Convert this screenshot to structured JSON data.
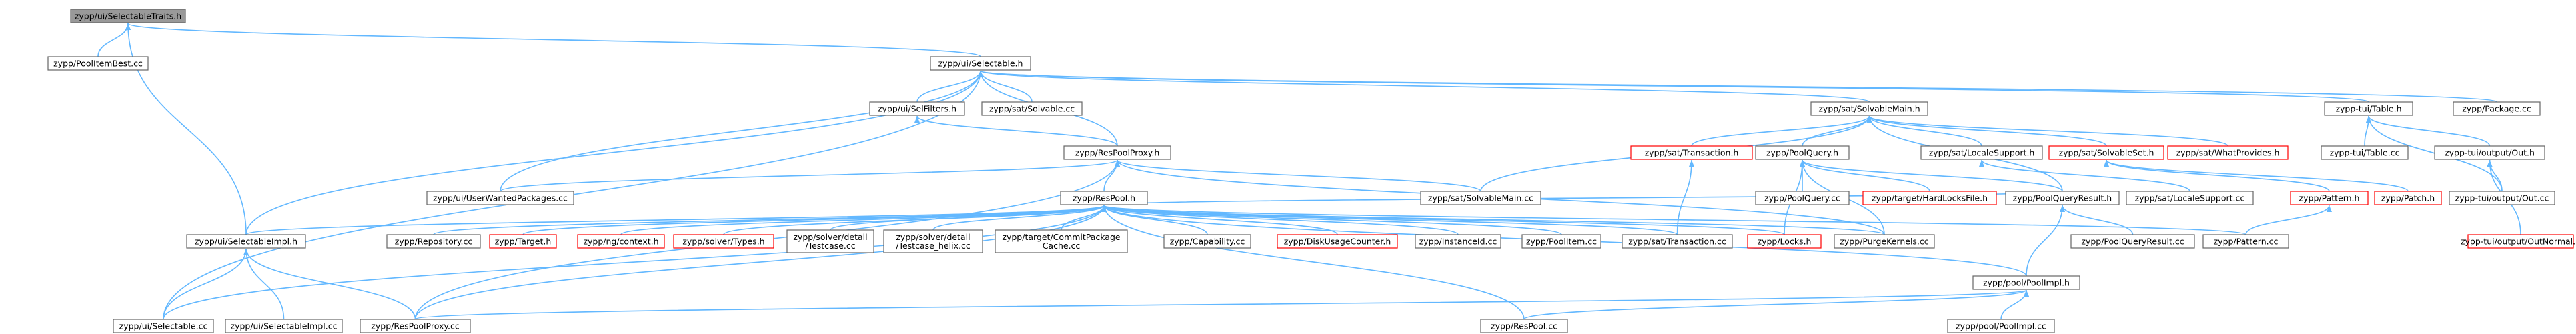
{
  "colors": {
    "edge": "#63b8ff",
    "node_border": "#666666",
    "node_border_missing": "#ff0000",
    "node_fill": "#ffffff",
    "root_fill": "#999999",
    "root_border": "#666666"
  },
  "nodes": [
    {
      "id": "n_seltraits",
      "label": "zypp/ui/SelectableTraits.h",
      "root": true
    },
    {
      "id": "n_poolitembest",
      "label": "zypp/PoolItemBest.cc"
    },
    {
      "id": "n_selectable_h",
      "label": "zypp/ui/Selectable.h"
    },
    {
      "id": "n_selfilters",
      "label": "zypp/ui/SelFilters.h"
    },
    {
      "id": "n_solvable_cc",
      "label": "zypp/sat/Solvable.cc"
    },
    {
      "id": "n_solvermain",
      "label": "zypp/sat/SolvableMain.h"
    },
    {
      "id": "n_table_h",
      "label": "zypp-tui/Table.h"
    },
    {
      "id": "n_package_cc",
      "label": "zypp/Package.cc"
    },
    {
      "id": "n_respoolproxy_h",
      "label": "zypp/ResPoolProxy.h"
    },
    {
      "id": "n_transaction_h",
      "label": "zypp/sat/Transaction.h",
      "missing": true
    },
    {
      "id": "n_poolquery_h",
      "label": "zypp/PoolQuery.h"
    },
    {
      "id": "n_localesupport_h",
      "label": "zypp/sat/LocaleSupport.h"
    },
    {
      "id": "n_solvableset",
      "label": "zypp/sat/SolvableSet.h",
      "missing": true
    },
    {
      "id": "n_whatprovides",
      "label": "zypp/sat/WhatProvides.h",
      "missing": true
    },
    {
      "id": "n_table_cc",
      "label": "zypp-tui/Table.cc"
    },
    {
      "id": "n_out_h",
      "label": "zypp-tui/output/Out.h"
    },
    {
      "id": "n_userwanted",
      "label": "zypp/ui/UserWantedPackages.cc"
    },
    {
      "id": "n_respool_h",
      "label": "zypp/ResPool.h"
    },
    {
      "id": "n_solvermain_cc",
      "label": "zypp/sat/SolvableMain.cc"
    },
    {
      "id": "n_poolquery_cc",
      "label": "zypp/PoolQuery.cc"
    },
    {
      "id": "n_hardlocks",
      "label": "zypp/target/HardLocksFile.h",
      "missing": true
    },
    {
      "id": "n_poolqueryresult",
      "label": "zypp/PoolQueryResult.h"
    },
    {
      "id": "n_localesupport_cc",
      "label": "zypp/sat/LocaleSupport.cc"
    },
    {
      "id": "n_pattern_h",
      "label": "zypp/Pattern.h",
      "missing": true
    },
    {
      "id": "n_patch_h",
      "label": "zypp/Patch.h",
      "missing": true
    },
    {
      "id": "n_out_cc",
      "label": "zypp-tui/output/Out.cc"
    },
    {
      "id": "n_outnormal",
      "label": "zypp-tui/output/OutNormal.h",
      "missing": true
    },
    {
      "id": "n_selimpl_h",
      "label": "zypp/ui/SelectableImpl.h"
    },
    {
      "id": "n_repository_cc",
      "label": "zypp/Repository.cc"
    },
    {
      "id": "n_target_h",
      "label": "zypp/Target.h",
      "missing": true
    },
    {
      "id": "n_context_h",
      "label": "zypp/ng/context.h",
      "missing": true
    },
    {
      "id": "n_types_h",
      "label": "zypp/solver/Types.h",
      "missing": true
    },
    {
      "id": "n_testcase",
      "label": "zypp/solver/detail\n/Testcase.cc"
    },
    {
      "id": "n_testcase_helix",
      "label": "zypp/solver/detail\n/Testcase_helix.cc"
    },
    {
      "id": "n_commitpkgcache",
      "label": "zypp/target/CommitPackage\nCache.cc"
    },
    {
      "id": "n_capability_cc",
      "label": "zypp/Capability.cc"
    },
    {
      "id": "n_diskusage",
      "label": "zypp/DiskUsageCounter.h",
      "missing": true
    },
    {
      "id": "n_instanceid",
      "label": "zypp/InstanceId.cc"
    },
    {
      "id": "n_poolitem_cc",
      "label": "zypp/PoolItem.cc"
    },
    {
      "id": "n_transaction_cc",
      "label": "zypp/sat/Transaction.cc"
    },
    {
      "id": "n_locks_h",
      "label": "zypp/Locks.h",
      "missing": true
    },
    {
      "id": "n_purgekernels",
      "label": "zypp/PurgeKernels.cc"
    },
    {
      "id": "n_poolqueryresult_cc",
      "label": "zypp/PoolQueryResult.cc"
    },
    {
      "id": "n_pattern_cc",
      "label": "zypp/Pattern.cc"
    },
    {
      "id": "n_poolimpl_h",
      "label": "zypp/pool/PoolImpl.h"
    },
    {
      "id": "n_selectable_cc",
      "label": "zypp/ui/Selectable.cc"
    },
    {
      "id": "n_selimpl_cc",
      "label": "zypp/ui/SelectableImpl.cc"
    },
    {
      "id": "n_respoolproxy_cc",
      "label": "zypp/ResPoolProxy.cc"
    },
    {
      "id": "n_respool_cc",
      "label": "zypp/ResPool.cc"
    },
    {
      "id": "n_poolimpl_cc",
      "label": "zypp/pool/PoolImpl.cc"
    }
  ],
  "edges": [
    [
      "n_seltraits",
      "n_poolitembest"
    ],
    [
      "n_seltraits",
      "n_selectable_h"
    ],
    [
      "n_seltraits",
      "n_selimpl_h"
    ],
    [
      "n_selectable_h",
      "n_selfilters"
    ],
    [
      "n_selectable_h",
      "n_solvable_cc"
    ],
    [
      "n_selectable_h",
      "n_solvermain"
    ],
    [
      "n_selectable_h",
      "n_table_h"
    ],
    [
      "n_selectable_h",
      "n_package_cc"
    ],
    [
      "n_selectable_h",
      "n_respoolproxy_h"
    ],
    [
      "n_selectable_h",
      "n_userwanted"
    ],
    [
      "n_selectable_h",
      "n_selimpl_h"
    ],
    [
      "n_selectable_h",
      "n_selectable_cc"
    ],
    [
      "n_selfilters",
      "n_respoolproxy_h"
    ],
    [
      "n_solvermain",
      "n_transaction_h"
    ],
    [
      "n_solvermain",
      "n_poolquery_h"
    ],
    [
      "n_solvermain",
      "n_localesupport_h"
    ],
    [
      "n_solvermain",
      "n_solvableset"
    ],
    [
      "n_solvermain",
      "n_whatprovides"
    ],
    [
      "n_solvermain",
      "n_solvermain_cc"
    ],
    [
      "n_solvermain",
      "n_poolqueryresult"
    ],
    [
      "n_table_h",
      "n_table_cc"
    ],
    [
      "n_table_h",
      "n_out_h"
    ],
    [
      "n_table_h",
      "n_out_cc"
    ],
    [
      "n_respoolproxy_h",
      "n_userwanted"
    ],
    [
      "n_respoolproxy_h",
      "n_respool_h"
    ],
    [
      "n_respoolproxy_h",
      "n_solvermain_cc"
    ],
    [
      "n_respoolproxy_h",
      "n_respoolproxy_cc"
    ],
    [
      "n_respoolproxy_h",
      "n_purgekernels"
    ],
    [
      "n_transaction_h",
      "n_transaction_cc"
    ],
    [
      "n_poolquery_h",
      "n_poolquery_cc"
    ],
    [
      "n_poolquery_h",
      "n_hardlocks"
    ],
    [
      "n_poolquery_h",
      "n_poolqueryresult"
    ],
    [
      "n_poolquery_h",
      "n_locks_h"
    ],
    [
      "n_poolquery_h",
      "n_purgekernels"
    ],
    [
      "n_localesupport_h",
      "n_localesupport_cc"
    ],
    [
      "n_solvableset",
      "n_pattern_h"
    ],
    [
      "n_solvableset",
      "n_patch_h"
    ],
    [
      "n_out_h",
      "n_out_cc"
    ],
    [
      "n_out_h",
      "n_outnormal"
    ],
    [
      "n_respool_h",
      "n_selimpl_h"
    ],
    [
      "n_respool_h",
      "n_repository_cc"
    ],
    [
      "n_respool_h",
      "n_target_h"
    ],
    [
      "n_respool_h",
      "n_context_h"
    ],
    [
      "n_respool_h",
      "n_types_h"
    ],
    [
      "n_respool_h",
      "n_testcase"
    ],
    [
      "n_respool_h",
      "n_testcase_helix"
    ],
    [
      "n_respool_h",
      "n_commitpkgcache"
    ],
    [
      "n_respool_h",
      "n_capability_cc"
    ],
    [
      "n_respool_h",
      "n_diskusage"
    ],
    [
      "n_respool_h",
      "n_instanceid"
    ],
    [
      "n_respool_h",
      "n_poolitem_cc"
    ],
    [
      "n_respool_h",
      "n_transaction_cc"
    ],
    [
      "n_respool_h",
      "n_locks_h"
    ],
    [
      "n_respool_h",
      "n_purgekernels"
    ],
    [
      "n_respool_h",
      "n_poolqueryresult"
    ],
    [
      "n_respool_h",
      "n_poolimpl_h"
    ],
    [
      "n_respool_h",
      "n_pattern_cc"
    ],
    [
      "n_respool_h",
      "n_respool_cc"
    ],
    [
      "n_respool_h",
      "n_selectable_cc"
    ],
    [
      "n_respool_h",
      "n_respoolproxy_cc"
    ],
    [
      "n_poolqueryresult",
      "n_poolqueryresult_cc"
    ],
    [
      "n_poolqueryresult",
      "n_poolimpl_h"
    ],
    [
      "n_pattern_h",
      "n_pattern_cc"
    ],
    [
      "n_poolimpl_h",
      "n_poolimpl_cc"
    ],
    [
      "n_poolimpl_h",
      "n_respool_cc"
    ],
    [
      "n_poolimpl_h",
      "n_respoolproxy_cc"
    ],
    [
      "n_selimpl_h",
      "n_selectable_cc"
    ],
    [
      "n_selimpl_h",
      "n_selimpl_cc"
    ],
    [
      "n_selimpl_h",
      "n_respoolproxy_cc"
    ]
  ]
}
